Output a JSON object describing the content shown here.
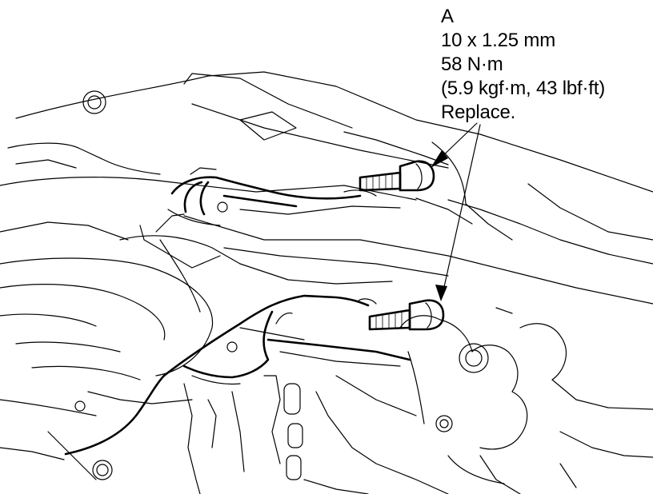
{
  "callout": {
    "letter": "A",
    "size": "10 x 1.25 mm",
    "torque": "58 N·m",
    "torque_alt": "(5.9 kgf·m, 43 lbf·ft)",
    "note": "Replace."
  }
}
